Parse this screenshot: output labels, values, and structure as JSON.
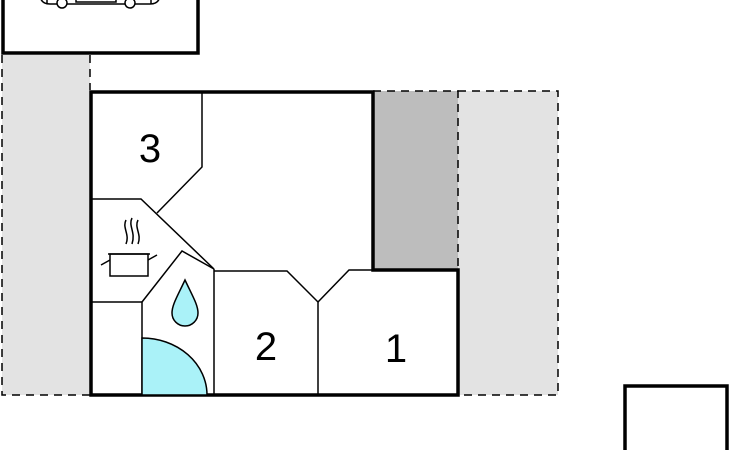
{
  "floorplan": {
    "rooms": [
      {
        "number": "1"
      },
      {
        "number": "2"
      },
      {
        "number": "3"
      }
    ],
    "icons": {
      "car": "car-icon",
      "kitchen": "cooking-pot-icon",
      "bathroom": "water-drop-icon"
    },
    "colors": {
      "wall": "#000000",
      "outdoor_area": "#e3e3e3",
      "covered_area": "#bdbdbd",
      "water": "#aaf2f8",
      "background": "#ffffff"
    }
  }
}
